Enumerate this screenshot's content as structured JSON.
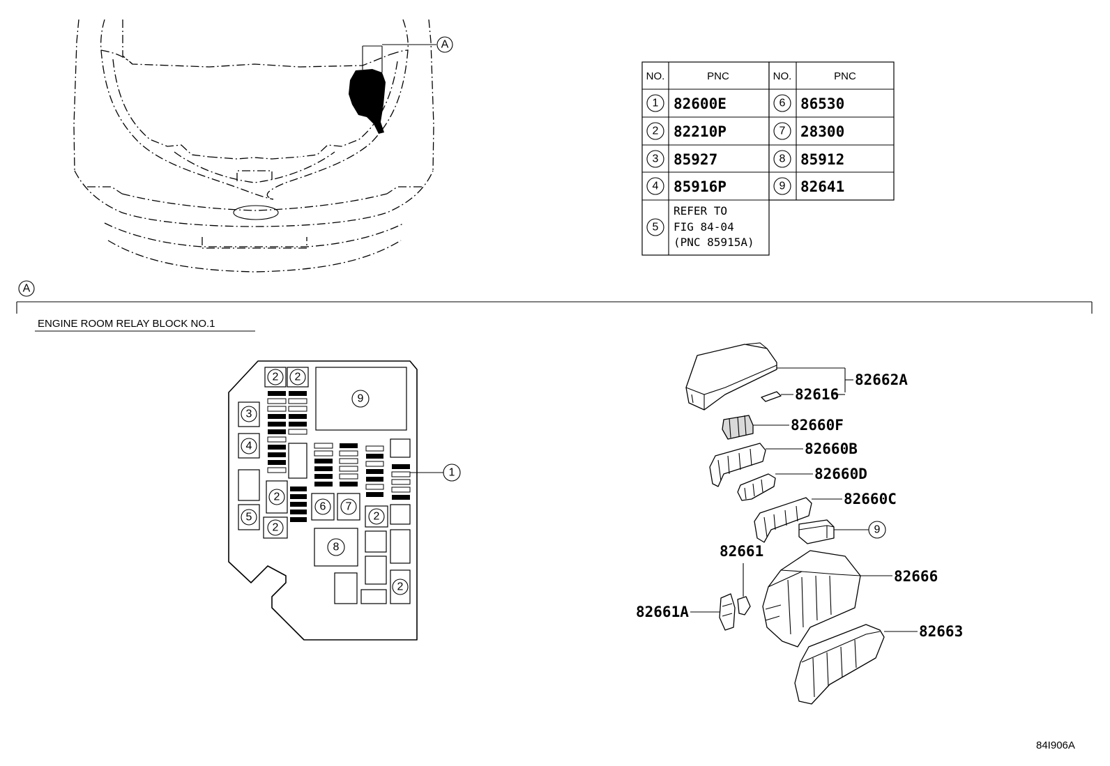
{
  "callout_letter": "A",
  "section_title": "ENGINE ROOM RELAY BLOCK NO.1",
  "figure_code": "84I906A",
  "table": {
    "header_no": "NO.",
    "header_pnc": "PNC",
    "rows_left": [
      {
        "no": "1",
        "pnc": "82600E"
      },
      {
        "no": "2",
        "pnc": "82210P"
      },
      {
        "no": "3",
        "pnc": "85927"
      },
      {
        "no": "4",
        "pnc": "85916P"
      }
    ],
    "row5": {
      "no": "5",
      "line1": "REFER TO",
      "line2": "FIG 84-04",
      "line3": "(PNC 85915A)"
    },
    "rows_right": [
      {
        "no": "6",
        "pnc": "86530"
      },
      {
        "no": "7",
        "pnc": "28300"
      },
      {
        "no": "8",
        "pnc": "85912"
      },
      {
        "no": "9",
        "pnc": "82641"
      }
    ]
  },
  "block_numbers": {
    "n1": "1",
    "n2": "2",
    "n3": "3",
    "n4": "4",
    "n5": "5",
    "n6": "6",
    "n7": "7",
    "n8": "8",
    "n9": "9"
  },
  "parts": {
    "p82662A": "82662A",
    "p82616": "82616",
    "p82660F": "82660F",
    "p82660B": "82660B",
    "p82660D": "82660D",
    "p82660C": "82660C",
    "p9": "9",
    "p82661": "82661",
    "p82661A": "82661A",
    "p82666": "82666",
    "p82663": "82663"
  }
}
